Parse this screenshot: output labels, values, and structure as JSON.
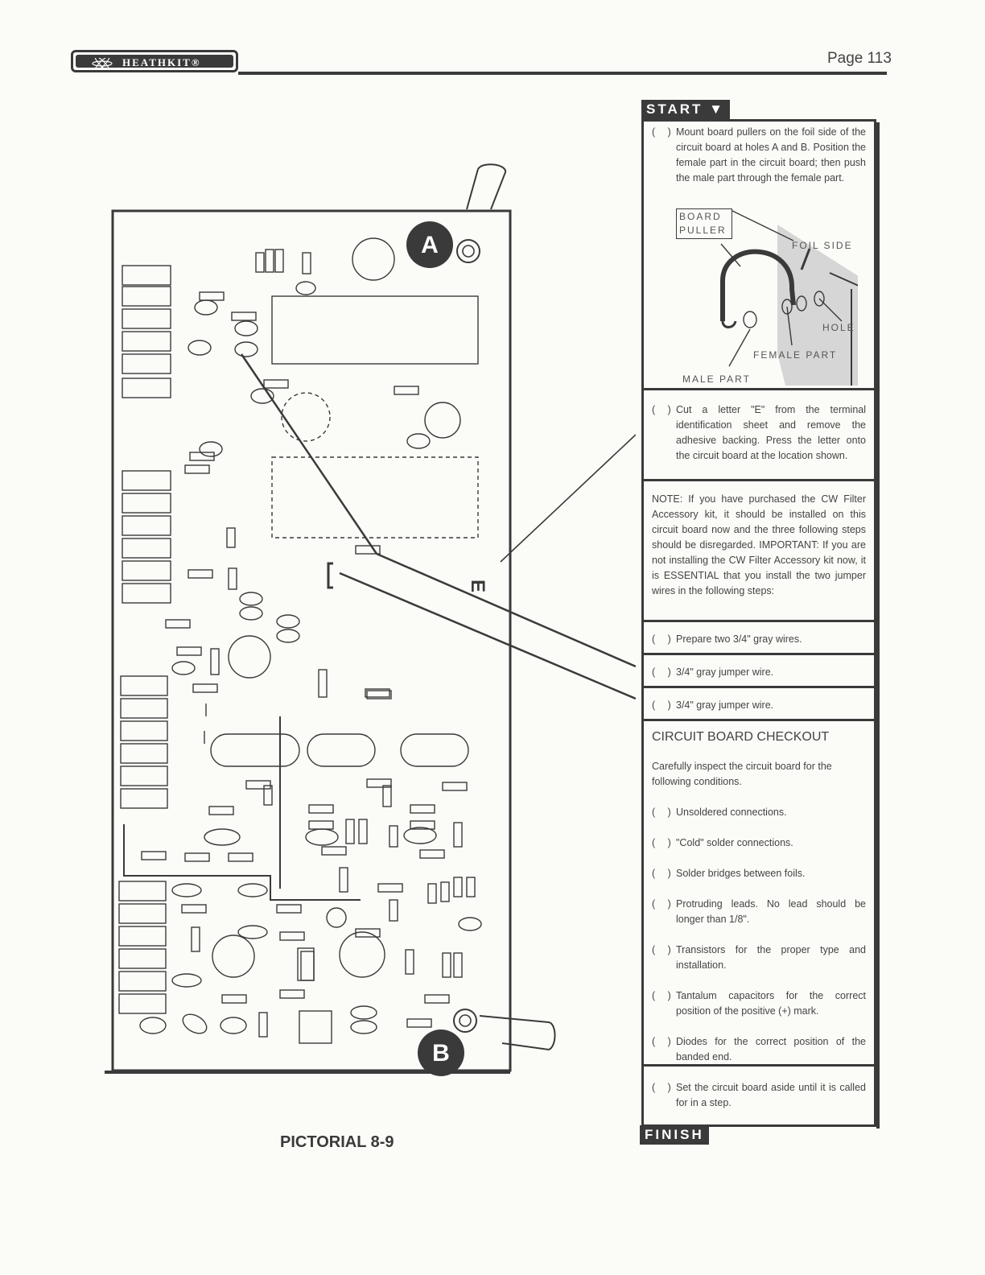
{
  "header": {
    "brand": "HEATHKIT®",
    "page_number": "Page 113"
  },
  "pictorial": {
    "caption": "PICTORIAL 8-9",
    "hole_a_label": "A",
    "hole_b_label": "B",
    "letter_e": "E"
  },
  "steps": {
    "start_label": "START",
    "finish_label": "FINISH",
    "checkbox": "( )",
    "step1": "Mount board pullers on the foil side of the circuit board at holes A and B. Position the female part in the circuit board; then push the male part through the female part.",
    "detail": {
      "board_puller": "BOARD PULLER",
      "foil_side": "FOIL SIDE",
      "hole": "HOLE",
      "female_part": "FEMALE PART",
      "male_part": "MALE PART"
    },
    "step2": "Cut a letter \"E\" from the terminal identification sheet and remove the adhesive backing. Press the letter onto the circuit board at the location shown.",
    "note": "NOTE: If you have purchased the CW Filter Accessory kit, it should be installed on this circuit board now and the three following steps should be disregarded. IMPORTANT: If you are not installing the CW Filter Accessory kit now, it is ESSENTIAL that you install the two jumper wires in the following steps:",
    "step3": "Prepare two 3/4\" gray wires.",
    "step4": "3/4\" gray jumper wire.",
    "step5": "3/4\" gray jumper wire.",
    "checkout_heading": "CIRCUIT BOARD CHECKOUT",
    "checkout_intro": "Carefully inspect the circuit board for the following conditions.",
    "checkout_items": [
      "Unsoldered connections.",
      "\"Cold\" solder connections.",
      "Solder bridges between foils.",
      "Protruding leads. No lead should be longer than 1/8\".",
      "Transistors for the proper type and installation.",
      "Tantalum capacitors for the correct position of the positive (+) mark.",
      "Diodes for the correct position of the banded end."
    ],
    "final_step": "Set the circuit board aside until it is called for in a step."
  }
}
